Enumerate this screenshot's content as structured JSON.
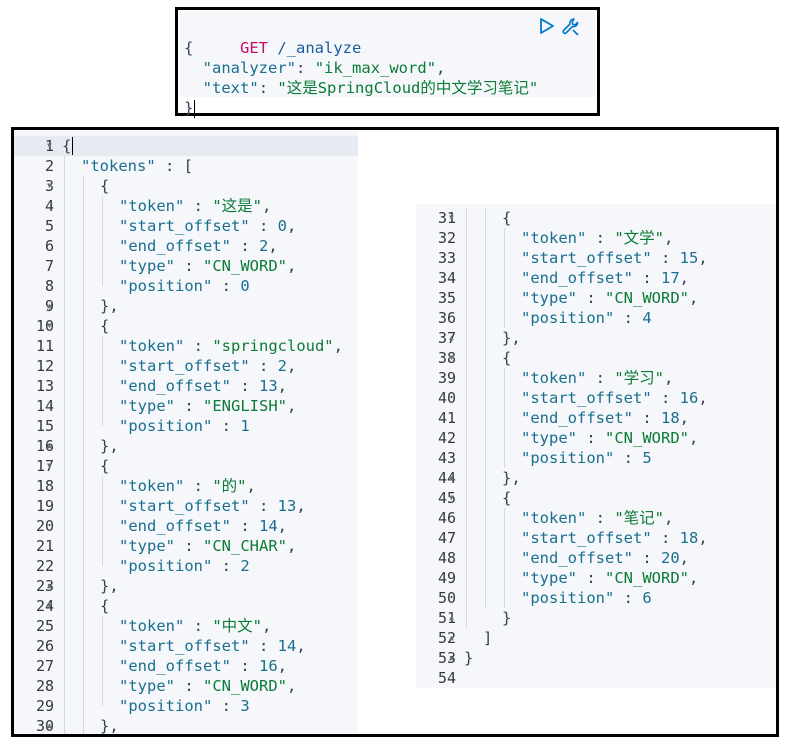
{
  "request": {
    "method": "GET",
    "path": "/_analyze",
    "lines": [
      {
        "t": "{"
      },
      {
        "k": "analyzer",
        "v": "ik_max_word",
        "comma": true
      },
      {
        "k": "text",
        "v": "这是SpringCloud的中文学习笔记",
        "comma": false
      },
      {
        "t": "}"
      }
    ]
  },
  "response": {
    "left_lines": [
      {
        "n": 1,
        "fold": "down",
        "text": "{"
      },
      {
        "n": 2,
        "fold": "",
        "key": "tokens",
        "after": " : ["
      },
      {
        "n": 3,
        "fold": "down",
        "text": "    {",
        "indent": 2
      },
      {
        "n": 4,
        "fold": "",
        "key": "token",
        "str": "这是",
        "indent": 3
      },
      {
        "n": 5,
        "fold": "",
        "key": "start_offset",
        "num": "0",
        "indent": 3
      },
      {
        "n": 6,
        "fold": "",
        "key": "end_offset",
        "num": "2",
        "indent": 3
      },
      {
        "n": 7,
        "fold": "",
        "key": "type",
        "str": "CN_WORD",
        "indent": 3
      },
      {
        "n": 8,
        "fold": "",
        "key": "position",
        "num": "0",
        "last": true,
        "indent": 3
      },
      {
        "n": 9,
        "fold": "up",
        "text": "},",
        "indent": 2
      },
      {
        "n": 10,
        "fold": "down",
        "text": "{",
        "indent": 2
      },
      {
        "n": 11,
        "fold": "",
        "key": "token",
        "str": "springcloud",
        "indent": 3
      },
      {
        "n": 12,
        "fold": "",
        "key": "start_offset",
        "num": "2",
        "indent": 3
      },
      {
        "n": 13,
        "fold": "",
        "key": "end_offset",
        "num": "13",
        "indent": 3
      },
      {
        "n": 14,
        "fold": "",
        "key": "type",
        "str": "ENGLISH",
        "indent": 3
      },
      {
        "n": 15,
        "fold": "",
        "key": "position",
        "num": "1",
        "last": true,
        "indent": 3
      },
      {
        "n": 16,
        "fold": "up",
        "text": "},",
        "indent": 2
      },
      {
        "n": 17,
        "fold": "down",
        "text": "{",
        "indent": 2
      },
      {
        "n": 18,
        "fold": "",
        "key": "token",
        "str": "的",
        "indent": 3
      },
      {
        "n": 19,
        "fold": "",
        "key": "start_offset",
        "num": "13",
        "indent": 3
      },
      {
        "n": 20,
        "fold": "",
        "key": "end_offset",
        "num": "14",
        "indent": 3
      },
      {
        "n": 21,
        "fold": "",
        "key": "type",
        "str": "CN_CHAR",
        "indent": 3
      },
      {
        "n": 22,
        "fold": "",
        "key": "position",
        "num": "2",
        "last": true,
        "indent": 3
      },
      {
        "n": 23,
        "fold": "up",
        "text": "},",
        "indent": 2
      },
      {
        "n": 24,
        "fold": "down",
        "text": "{",
        "indent": 2
      },
      {
        "n": 25,
        "fold": "",
        "key": "token",
        "str": "中文",
        "indent": 3
      },
      {
        "n": 26,
        "fold": "",
        "key": "start_offset",
        "num": "14",
        "indent": 3
      },
      {
        "n": 27,
        "fold": "",
        "key": "end_offset",
        "num": "16",
        "indent": 3
      },
      {
        "n": 28,
        "fold": "",
        "key": "type",
        "str": "CN_WORD",
        "indent": 3
      },
      {
        "n": 29,
        "fold": "",
        "key": "position",
        "num": "3",
        "last": true,
        "indent": 3
      },
      {
        "n": 30,
        "fold": "up",
        "text": "},",
        "indent": 2
      }
    ],
    "right_lines": [
      {
        "n": 31,
        "fold": "down",
        "text": "{",
        "indent": 2
      },
      {
        "n": 32,
        "fold": "",
        "key": "token",
        "str": "文学",
        "indent": 3
      },
      {
        "n": 33,
        "fold": "",
        "key": "start_offset",
        "num": "15",
        "indent": 3
      },
      {
        "n": 34,
        "fold": "",
        "key": "end_offset",
        "num": "17",
        "indent": 3
      },
      {
        "n": 35,
        "fold": "",
        "key": "type",
        "str": "CN_WORD",
        "indent": 3
      },
      {
        "n": 36,
        "fold": "",
        "key": "position",
        "num": "4",
        "last": true,
        "indent": 3
      },
      {
        "n": 37,
        "fold": "up",
        "text": "},",
        "indent": 2
      },
      {
        "n": 38,
        "fold": "down",
        "text": "{",
        "indent": 2
      },
      {
        "n": 39,
        "fold": "",
        "key": "token",
        "str": "学习",
        "indent": 3
      },
      {
        "n": 40,
        "fold": "",
        "key": "start_offset",
        "num": "16",
        "indent": 3
      },
      {
        "n": 41,
        "fold": "",
        "key": "end_offset",
        "num": "18",
        "indent": 3
      },
      {
        "n": 42,
        "fold": "",
        "key": "type",
        "str": "CN_WORD",
        "indent": 3
      },
      {
        "n": 43,
        "fold": "",
        "key": "position",
        "num": "5",
        "last": true,
        "indent": 3
      },
      {
        "n": 44,
        "fold": "up",
        "text": "},",
        "indent": 2
      },
      {
        "n": 45,
        "fold": "down",
        "text": "{",
        "indent": 2
      },
      {
        "n": 46,
        "fold": "",
        "key": "token",
        "str": "笔记",
        "indent": 3
      },
      {
        "n": 47,
        "fold": "",
        "key": "start_offset",
        "num": "18",
        "indent": 3
      },
      {
        "n": 48,
        "fold": "",
        "key": "end_offset",
        "num": "20",
        "indent": 3
      },
      {
        "n": 49,
        "fold": "",
        "key": "type",
        "str": "CN_WORD",
        "indent": 3
      },
      {
        "n": 50,
        "fold": "",
        "key": "position",
        "num": "6",
        "last": true,
        "indent": 3
      },
      {
        "n": 51,
        "fold": "up",
        "text": "}",
        "indent": 2
      },
      {
        "n": 52,
        "fold": "up",
        "text": "]",
        "indent": 1
      },
      {
        "n": 53,
        "fold": "up",
        "text": "}",
        "indent": 0
      },
      {
        "n": 54,
        "fold": "",
        "text": "",
        "indent": 0
      }
    ]
  },
  "icons": {
    "run": "play-icon",
    "settings": "wrench-icon"
  },
  "colors": {
    "method": "#c80a68",
    "key": "#1a6f8f",
    "string": "#0c7b38",
    "panel": "#f5f7fa",
    "accent": "#0077cc"
  }
}
